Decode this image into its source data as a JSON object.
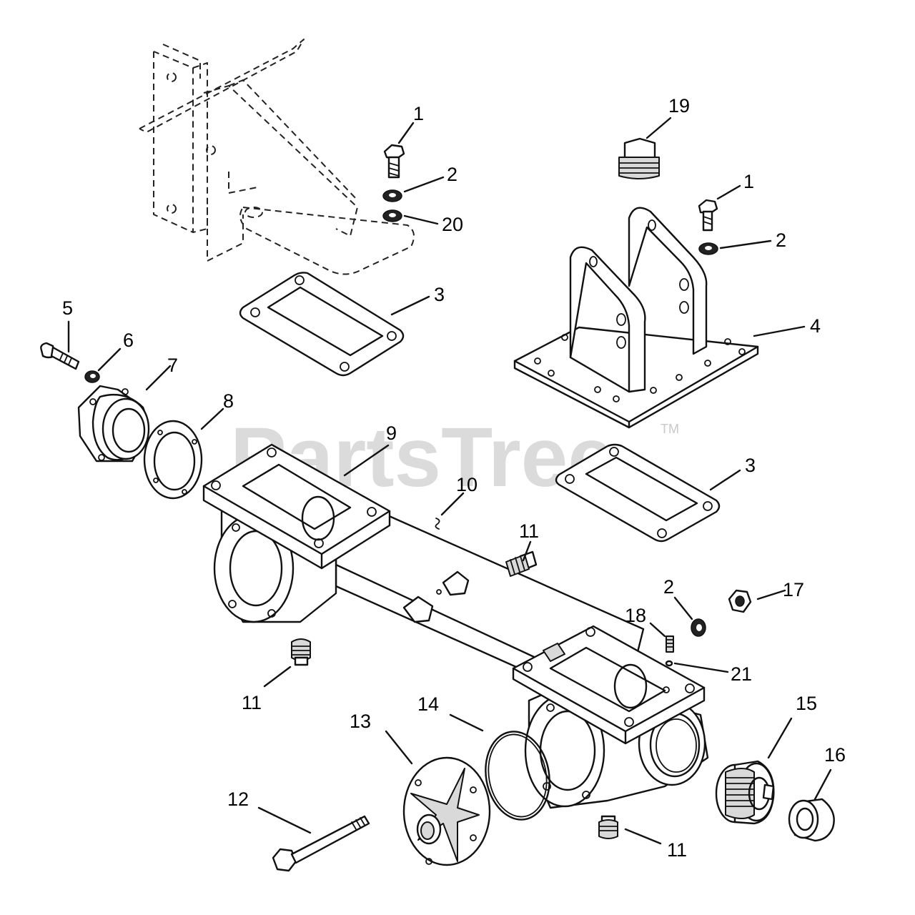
{
  "watermark": {
    "text": "PartsTree",
    "trademark": "TM"
  },
  "callouts": {
    "c1a": "1",
    "c2a": "2",
    "c20": "20",
    "c19": "19",
    "c1b": "1",
    "c2b": "2",
    "c3a": "3",
    "c4": "4",
    "c5": "5",
    "c6": "6",
    "c7": "7",
    "c8": "8",
    "c9": "9",
    "c3b": "3",
    "c10": "10",
    "c11a": "11",
    "c2c": "2",
    "c17": "17",
    "c18": "18",
    "c21": "21",
    "c11b": "11",
    "c14": "14",
    "c13": "13",
    "c15": "15",
    "c16": "16",
    "c12": "12",
    "c11c": "11"
  }
}
